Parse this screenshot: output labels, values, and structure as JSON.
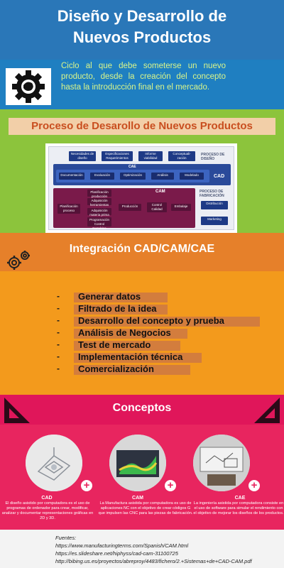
{
  "header": {
    "title_line1": "Diseño y Desarrollo de",
    "title_line2": "Nuevos Productos"
  },
  "intro": {
    "text": "Ciclo al que debe someterse un nuevo producto, desde la creación del concepto hasta la introducción final en el mercado."
  },
  "process": {
    "title": "Proceso de Desarollo de Nuevos Productos",
    "diagram": {
      "top_boxes": [
        "Necesidades de diseño",
        "Especificaciones Requerimientos",
        "Informe viabilidad",
        "Conceptuali-zación"
      ],
      "design_label": "PROCESO DE DISEÑO",
      "cae_label": "CAE",
      "cad_label": "CAD",
      "cad_boxes": [
        "Documentación",
        "Evaluación",
        "Optimización",
        "Análisis",
        "Modelado"
      ],
      "cam_label": "CAM",
      "fab_label": "PROCESO DE FABRICACIÓN",
      "cam_left": "Planificación proceso",
      "cam_mid": [
        "Planificación producción",
        "Adquisición herramientas",
        "Adquisición materia prima",
        "Programación Control Numérico"
      ],
      "cam_right": [
        "Producción",
        "Control Calidad",
        "Embalaje"
      ],
      "outer": [
        "Distribución",
        "Marketing"
      ]
    }
  },
  "integration": {
    "title": "Integración CAD/CAM/CAE",
    "items": [
      "Generar datos",
      "Filtrado de la idea",
      "Desarrollo del concepto y prueba",
      "Análisis de Negocios",
      "Test de mercado",
      "Implementación técnica",
      "Comercialización"
    ]
  },
  "concepts": {
    "title": "Conceptos",
    "cards": [
      {
        "name": "CAD",
        "text": "El diseño asistido por computadora es el uso de programas de ordenador para crear, modificar, analizar y documentar representaciones gráficas en 2D y 3D."
      },
      {
        "name": "CAM",
        "text": "La Manufactura asistida por computadora es uso de aplicaciones NC con el objetivo de crear códigos G que impulsen las CNC para las piezas de fabricación."
      },
      {
        "name": "CAE",
        "text": "La ingeniería asistida por computadora consiste en el uso de software para simular el rendimiento con el objetivo de mejorar los diseños de los productos."
      }
    ]
  },
  "sources": {
    "label": "Fuentes:",
    "links": [
      "https://www.manufacturingterms.com/Spanish/CAM.html",
      "https://es.slideshare.net/hiphyss/cad-cam-31100725",
      "http://bibing.us.es/proyectos/abreproy/4483/fichero/2.+Sistemas+de+CAD-CAM.pdf"
    ]
  },
  "colors": {
    "header": "#2a77b8",
    "intro": "#1f7fc1",
    "process": "#8cc43c",
    "integration": "#e6802a",
    "list": "#f39a1c",
    "concepts": "#e0165a",
    "intro_text": "#d9f58a"
  },
  "icons": [
    "gear-icon",
    "gears-icon",
    "set-square-icon",
    "plus-icon"
  ]
}
